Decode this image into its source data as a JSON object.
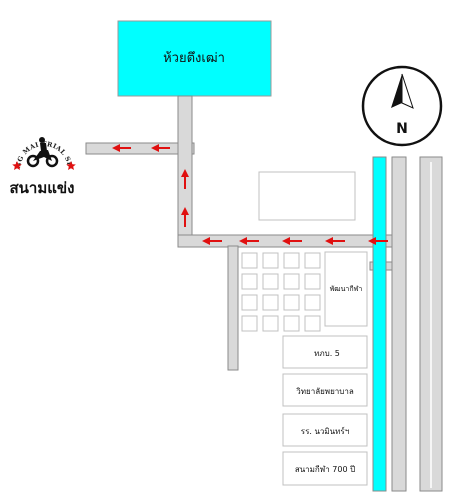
{
  "map": {
    "destination_label": "ห้วยตึงเฒ่า",
    "track_label": "สนามแข่ง",
    "logo_ring_text": "CHIANG MAI TRIAL SPORTS",
    "compass_label": "N",
    "market_label": "พัฒนากีฬา",
    "buildings": [
      {
        "label": "ทภบ. 5"
      },
      {
        "label": "วิทยาลัยพยาบาล"
      },
      {
        "label": "รร. นวมินทร์ฯ"
      },
      {
        "label": "สนามกีฬา 700 ปี"
      }
    ],
    "colors": {
      "road": "#d9d9d9",
      "road_border": "#8a8a8a",
      "canal": "#00ffff",
      "arrow": "#e01010",
      "block_border": "#c0c0c0",
      "logo_star": "#e01010"
    }
  }
}
